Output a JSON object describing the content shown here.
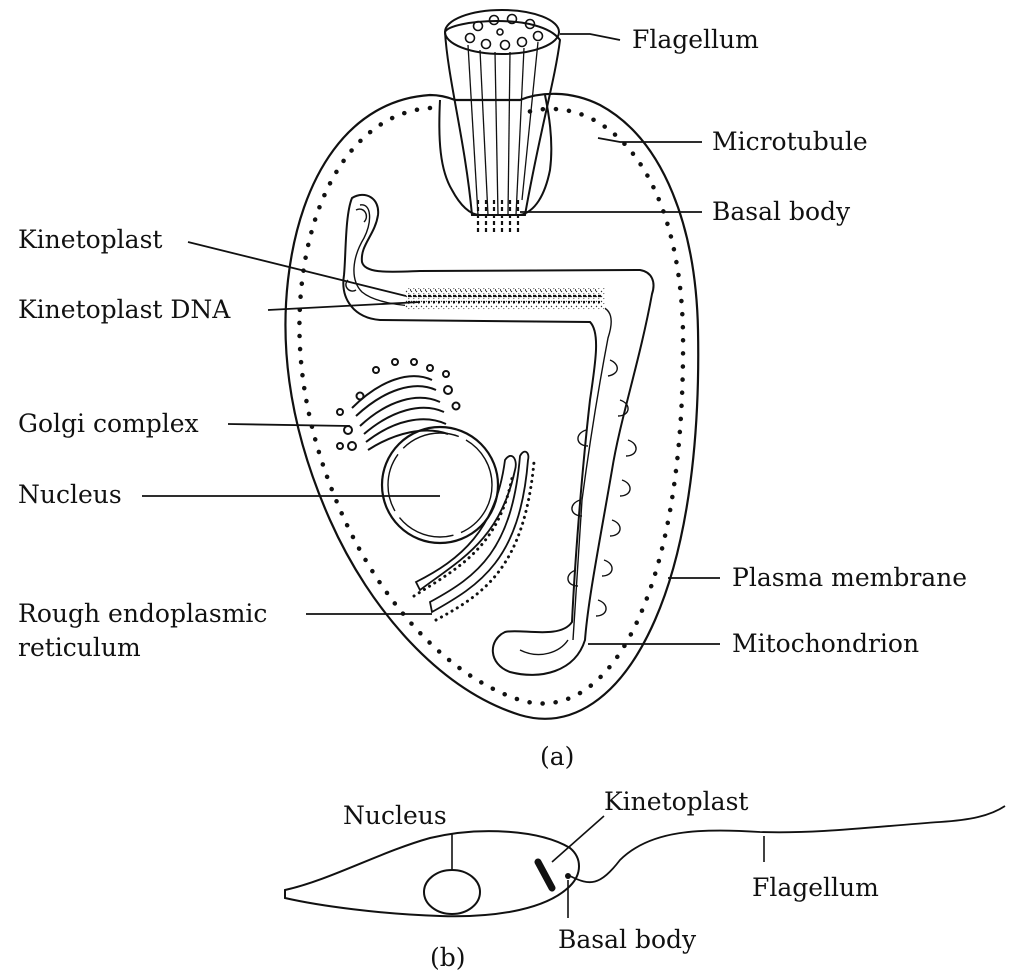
{
  "figure_a": {
    "caption": "(a)",
    "labels": {
      "flagellum": "Flagellum",
      "microtubule": "Microtubule",
      "basal_body": "Basal body",
      "kinetoplast": "Kinetoplast",
      "kinetoplast_dna": "Kinetoplast DNA",
      "golgi_complex": "Golgi complex",
      "nucleus": "Nucleus",
      "plasma_membrane": "Plasma membrane",
      "rough_er_line1": "Rough endoplasmic",
      "rough_er_line2": "reticulum",
      "mitochondrion": "Mitochondrion"
    }
  },
  "figure_b": {
    "caption": "(b)",
    "labels": {
      "nucleus": "Nucleus",
      "kinetoplast": "Kinetoplast",
      "flagellum": "Flagellum",
      "basal_body": "Basal body"
    }
  },
  "colors": {
    "ink": "#111111",
    "paper": "#ffffff"
  }
}
